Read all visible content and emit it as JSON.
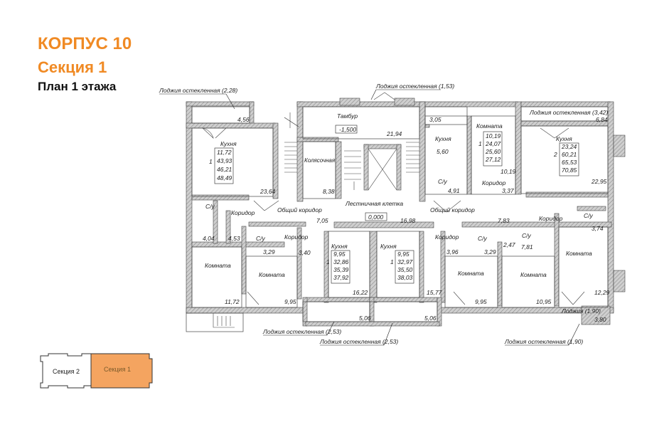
{
  "header": {
    "building": "КОРПУС 10",
    "section": "Секция 1",
    "floor": "План 1 этажа"
  },
  "colors": {
    "accent": "#f08a24",
    "wall": "#9a9a9a",
    "wall_dark": "#555555",
    "active_section": "#f4a460"
  },
  "plan": {
    "labels": {
      "loggia_tl": "Лоджия остекленная (2,28)",
      "loggia_tc": "Лоджия остекленная (1,53)",
      "loggia_tr": "Лоджия остекленная (3,42)",
      "loggia_br": "Лоджия (1,90)",
      "loggia_bl1": "Лоджия остекленная (2,53)",
      "loggia_bl2": "Лоджия остекленная (2,53)",
      "loggia_br2": "Лоджия остекленная (1,90)",
      "tambur": "Тамбур",
      "level_entry": "-1,500",
      "kolyasochnaya": "Колясочная",
      "lestnichnaya": "Лестничная клетка",
      "level_zero": "0,000",
      "kitchen1": "Кухня",
      "kitchen2": "Кухня",
      "kitchen3": "Кухня",
      "kitchen4": "Кухня",
      "kitchen5": "Кухня",
      "room_tr": "Комната",
      "koridor1": "Коридор",
      "koridor2": "Коридор",
      "koridor3": "Коридор",
      "koridor4": "Коридор",
      "koridor5": "Коридор",
      "obshchiy1": "Общий коридор",
      "obshchiy2": "Общий коридор",
      "su1": "С/у",
      "su2": "С/у",
      "su3": "С/у",
      "su4": "С/у",
      "su5": "С/у",
      "su6": "С/у",
      "komnata1": "Комната",
      "komnata2": "Комната",
      "komnata3": "Комната",
      "komnata4": "Комната",
      "komnata5": "Комната"
    },
    "areas": {
      "a456": "4,56",
      "a2364": "23,64",
      "a838": "8,38",
      "a2194": "21,94",
      "a305": "3,05",
      "a560": "5,60",
      "a491": "4,91",
      "a1019": "10,19",
      "a337": "3,37",
      "a684": "6,84",
      "a2295": "22,95",
      "a404": "4,04",
      "a453": "4,53",
      "a705": "7,05",
      "a1698": "16,98",
      "a783": "7,83",
      "a374": "3,74",
      "a329a": "3,29",
      "a340": "3,40",
      "a396": "3,96",
      "a329b": "3,29",
      "a247": "2,47",
      "a781": "7,81",
      "a1172": "11,72",
      "a995a": "9,95",
      "a1622": "16,22",
      "a1577": "15,77",
      "a995b": "9,95",
      "a1095": "10,95",
      "a1229": "12,29",
      "a506a": "5,06",
      "a506b": "5,06",
      "a380": "3,80"
    },
    "apartments": {
      "ap1": {
        "n": "1",
        "k": "11,72",
        "v1": "43,93",
        "v2": "46,21",
        "v3": "48,49"
      },
      "ap2": {
        "n": "1",
        "k": "10,19",
        "v1": "24,07",
        "v2": "25,60",
        "v3": "27,12"
      },
      "ap3": {
        "n": "2",
        "k": "23,24",
        "v1": "60,21",
        "v2": "65,53",
        "v3": "70,85"
      },
      "ap4": {
        "n": "1",
        "k": "9,95",
        "v1": "32,86",
        "v2": "35,39",
        "v3": "37,92"
      },
      "ap5": {
        "n": "1",
        "k": "9,95",
        "v1": "32,97",
        "v2": "35,50",
        "v3": "38,03"
      }
    }
  },
  "keyplan": {
    "section2": "Секция 2",
    "section1": "Секция 1"
  }
}
